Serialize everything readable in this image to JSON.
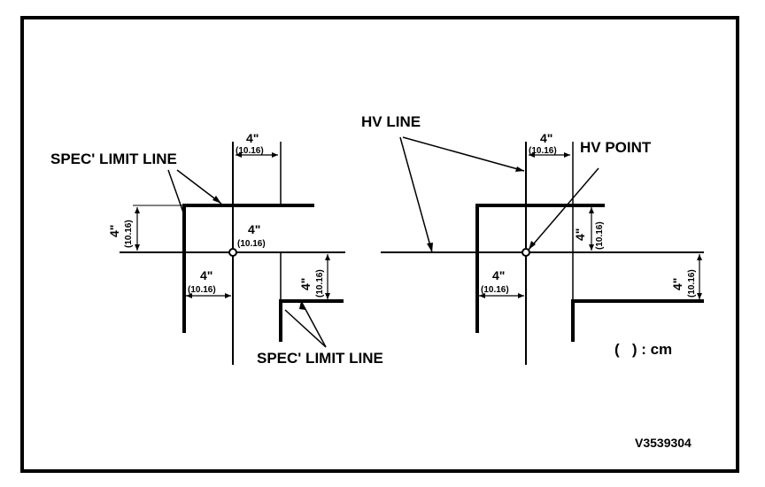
{
  "labels": {
    "spec_limit_line_top": "SPEC' LIMIT LINE",
    "spec_limit_line_bottom": "SPEC' LIMIT LINE",
    "hv_line": "HV LINE",
    "hv_point": "HV POINT",
    "unit_note": "(   ) : cm",
    "figure_code": "V3539304"
  },
  "dimensions": {
    "inch": "4\"",
    "cm": "(10.16)"
  }
}
